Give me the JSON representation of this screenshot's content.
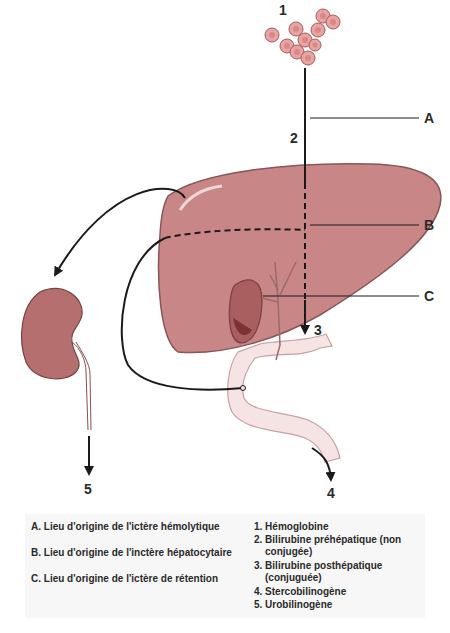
{
  "diagram": {
    "labels": [
      "1",
      "2",
      "3",
      "4",
      "5",
      "A",
      "B",
      "C",
      "A. Lieu d'origine de l'ictère hémolytique",
      "B. Lieu d'origine de l'inctère hépatocytaire",
      "C. Lieu d'origine de l'ictère de rétention",
      "1. Hémoglobine",
      "2. Bilirubine préhépatique (non conjugée)",
      "3. Bilirubine posthépatique (conjuguée)",
      "4. Stercobilinogène",
      "5. Urobilinogène"
    ]
  }
}
